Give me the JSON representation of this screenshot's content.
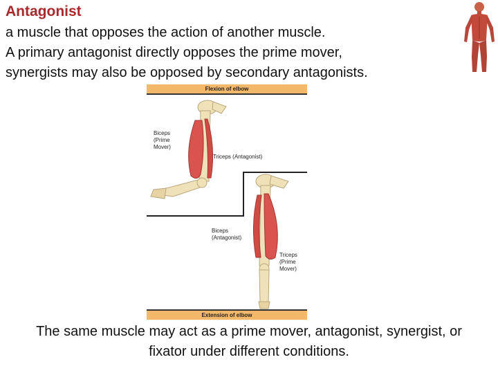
{
  "slide": {
    "title": "Antagonist",
    "definition_lines": [
      "a muscle that opposes the action of another muscle.",
      "A primary antagonist directly opposes the prime mover,",
      "synergists may also be opposed by secondary antagonists."
    ],
    "caption_lines": [
      "The same muscle may act as a prime mover, antagonist, synergist, or",
      "fixator under different conditions."
    ]
  },
  "figure": {
    "top_bar": "Flexion of elbow",
    "bottom_bar": "Extension of elbow",
    "flexion_biceps": [
      "Biceps",
      "(Prime",
      "Mover)"
    ],
    "flexion_triceps": "Triceps (Antagonist)",
    "extension_biceps": [
      "Biceps",
      "(Antagonist)"
    ],
    "extension_triceps": [
      "Triceps",
      "(Prime",
      "Mover)"
    ]
  },
  "colors": {
    "title": "#a8282c",
    "bar": "#f3b86a",
    "muscle": "#d9534f",
    "bone": "#efe1b8"
  },
  "icons": [
    "human-muscle-figure-icon"
  ]
}
